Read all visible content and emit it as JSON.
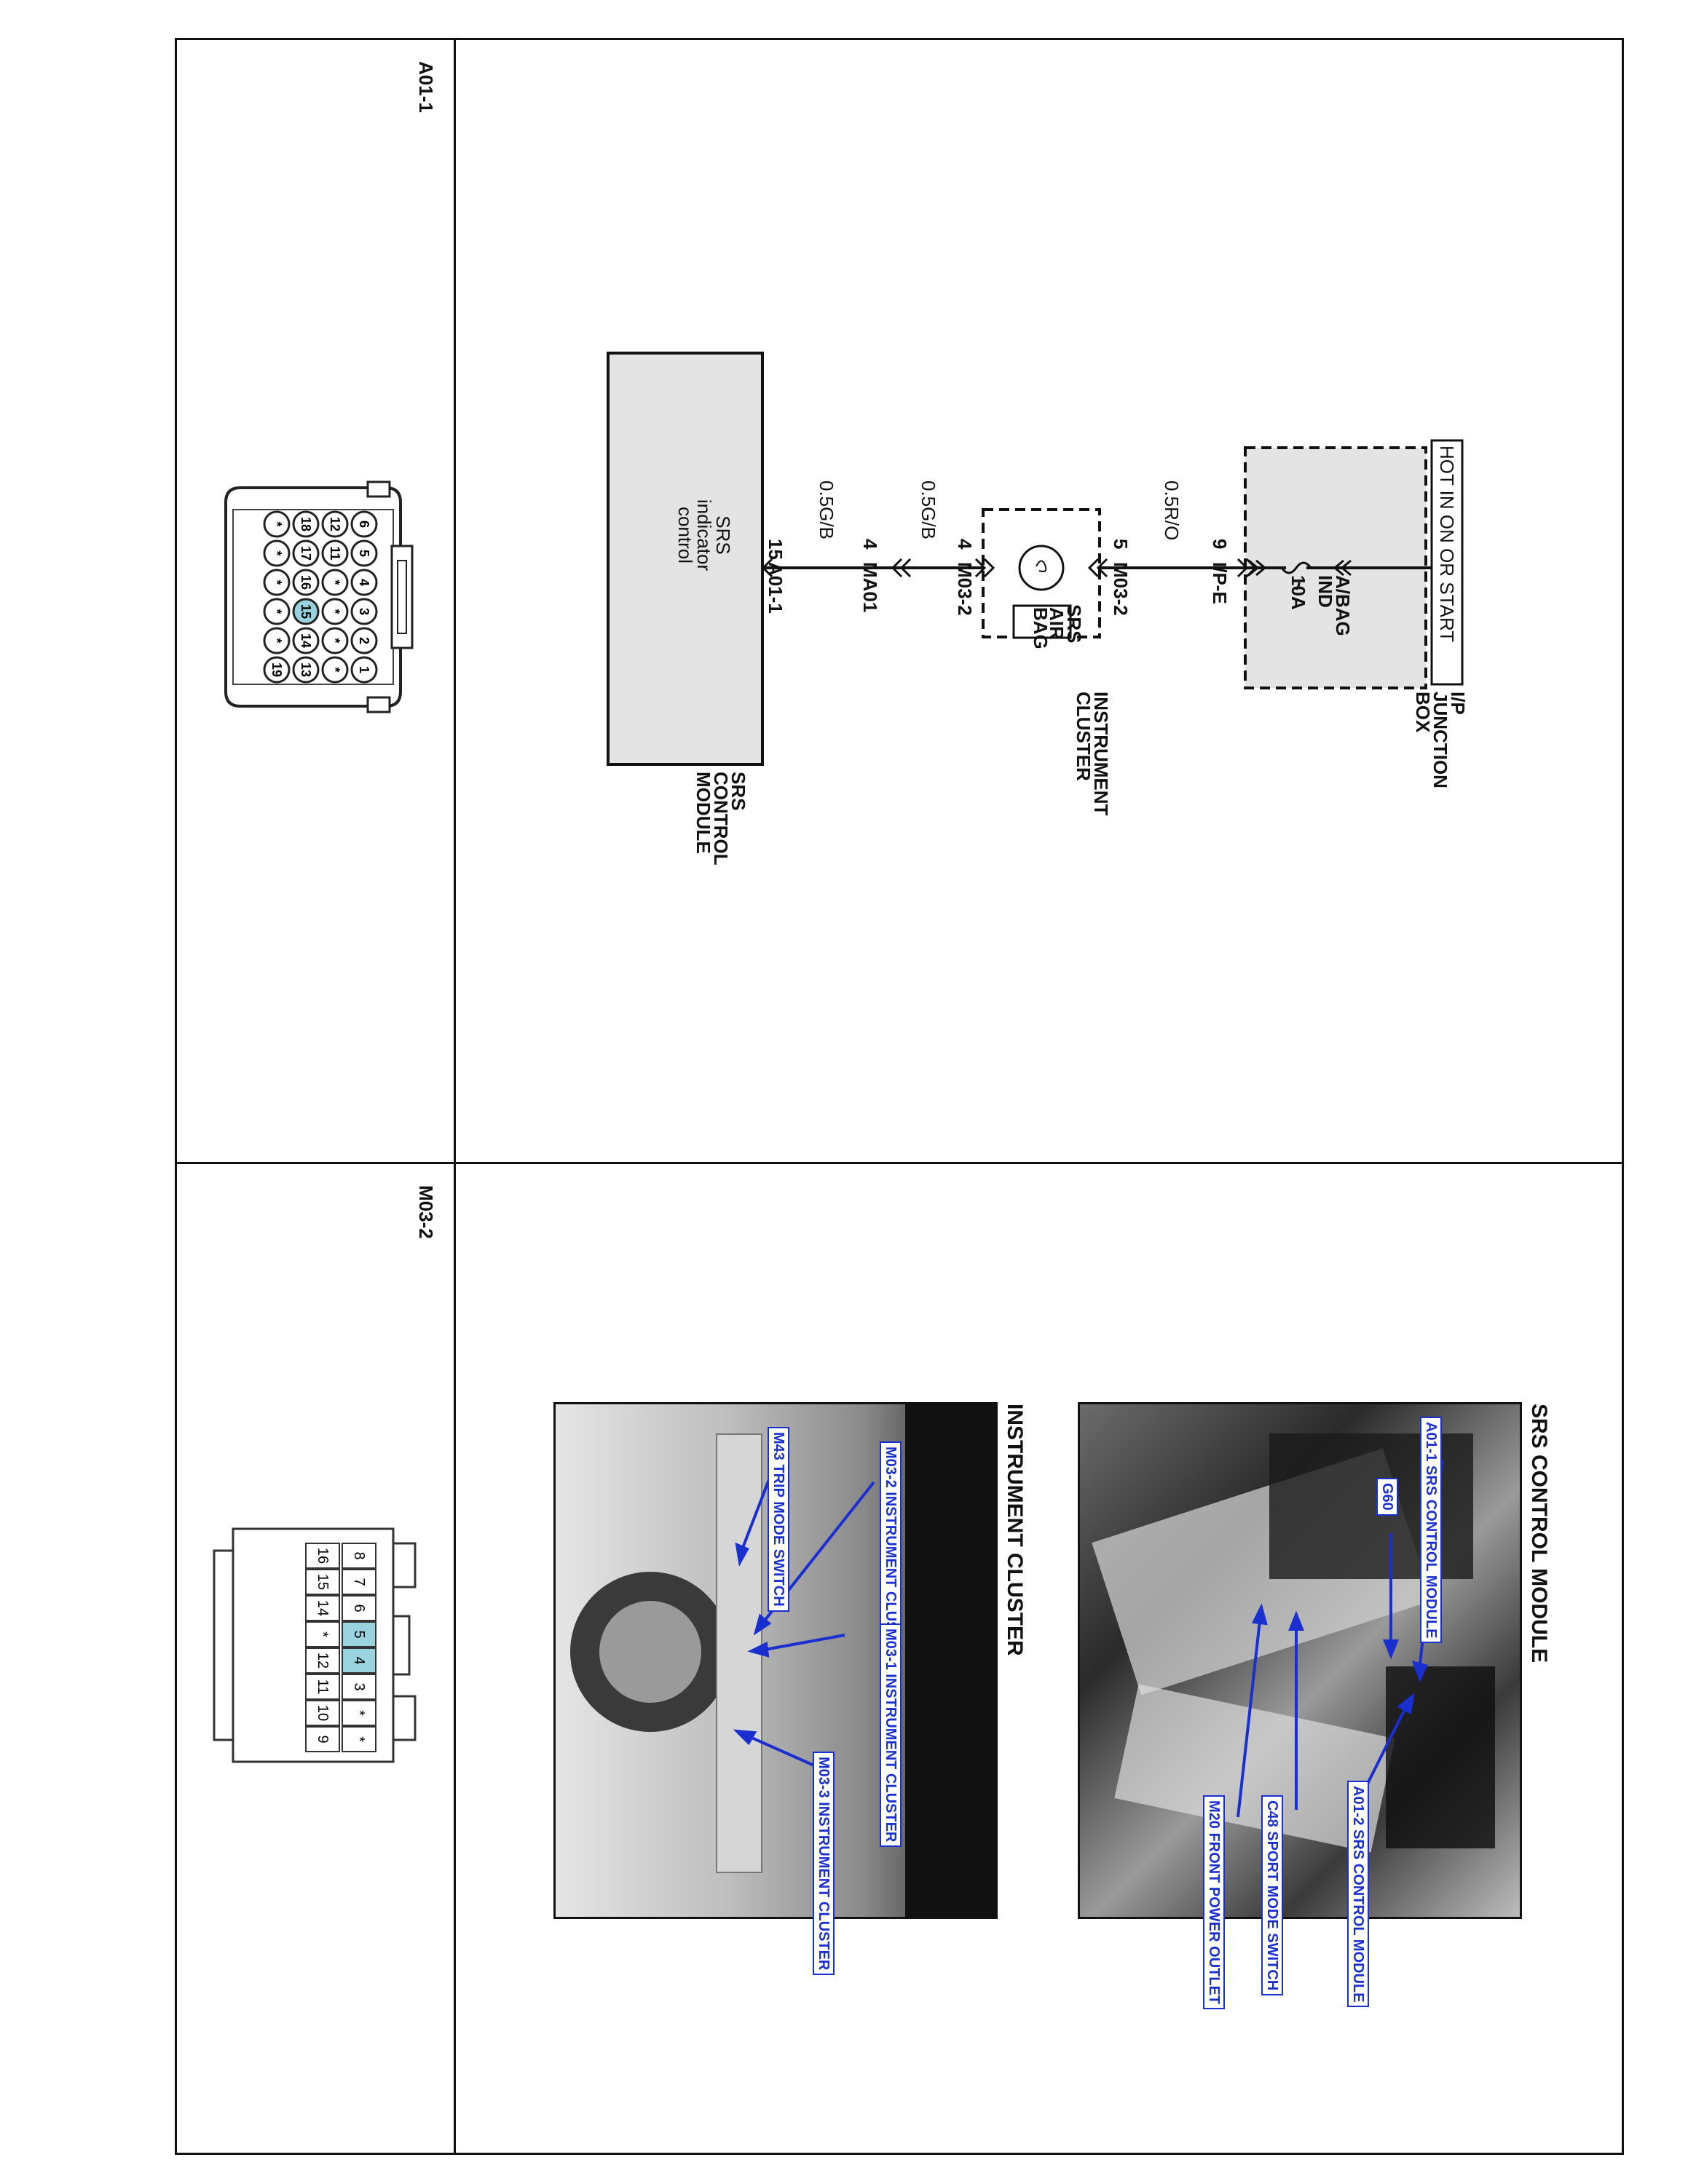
{
  "connectors": {
    "top_id": "A01-1",
    "bottom_id": "M03-2",
    "a01_pins": [
      "6",
      "5",
      "4",
      "3",
      "2",
      "1",
      "12",
      "11",
      "*",
      "*",
      "*",
      "*",
      "18",
      "17",
      "16",
      "15",
      "14",
      "13",
      "*",
      "*",
      "*",
      "*",
      "*",
      "19"
    ],
    "m03_pins": [
      "8",
      "7",
      "6",
      "5",
      "4",
      "3",
      "*",
      "*",
      "16",
      "15",
      "14",
      "*",
      "12",
      "11",
      "10",
      "9"
    ]
  },
  "schematic": {
    "hot_label": "HOT IN ON OR START",
    "fuse_name": "A/BAG IND",
    "fuse_rating": "10A",
    "junction_box": "I/P JUNCTION BOX",
    "pin_9": "9",
    "conn_ipe": "I/P-E",
    "wire_1": "0.5R/O",
    "pin_5": "5",
    "conn_m03_2": "M03-2",
    "srs_lamp": "SRS",
    "airbag_box": "AIR BAG",
    "cluster": "INSTRUMENT CLUSTER",
    "pin_4a": "4",
    "conn_m03_2b": "M03-2",
    "wire_2": "0.5G/B",
    "pin_4b": "4",
    "conn_ma01": "MA01",
    "wire_3": "0.5G/B",
    "pin_15": "15",
    "conn_a01_1": "A01-1",
    "module_func": "SRS indicator control",
    "module_name": "SRS CONTROL MODULE"
  },
  "photos": {
    "srs_title": "SRS CONTROL MODULE",
    "srs_callouts": [
      "A01-1 SRS CONTROL MODULE",
      "G60",
      "A01-2 SRS CONTROL MODULE",
      "C48 SPORT MODE SWITCH",
      "M20 FRONT POWER OUTLET"
    ],
    "cluster_title": "INSTRUMENT CLUSTER",
    "cluster_callouts": [
      "M03-2 INSTRUMENT CLUSTER",
      "M03-1 INSTRUMENT CLUSTER",
      "M03-3 INSTRUMENT CLUSTER",
      "M43 TRIP MODE SWITCH"
    ]
  },
  "colors": {
    "pin_highlight": "#9ad3e0",
    "callout_blue": "#1a2fcf"
  }
}
